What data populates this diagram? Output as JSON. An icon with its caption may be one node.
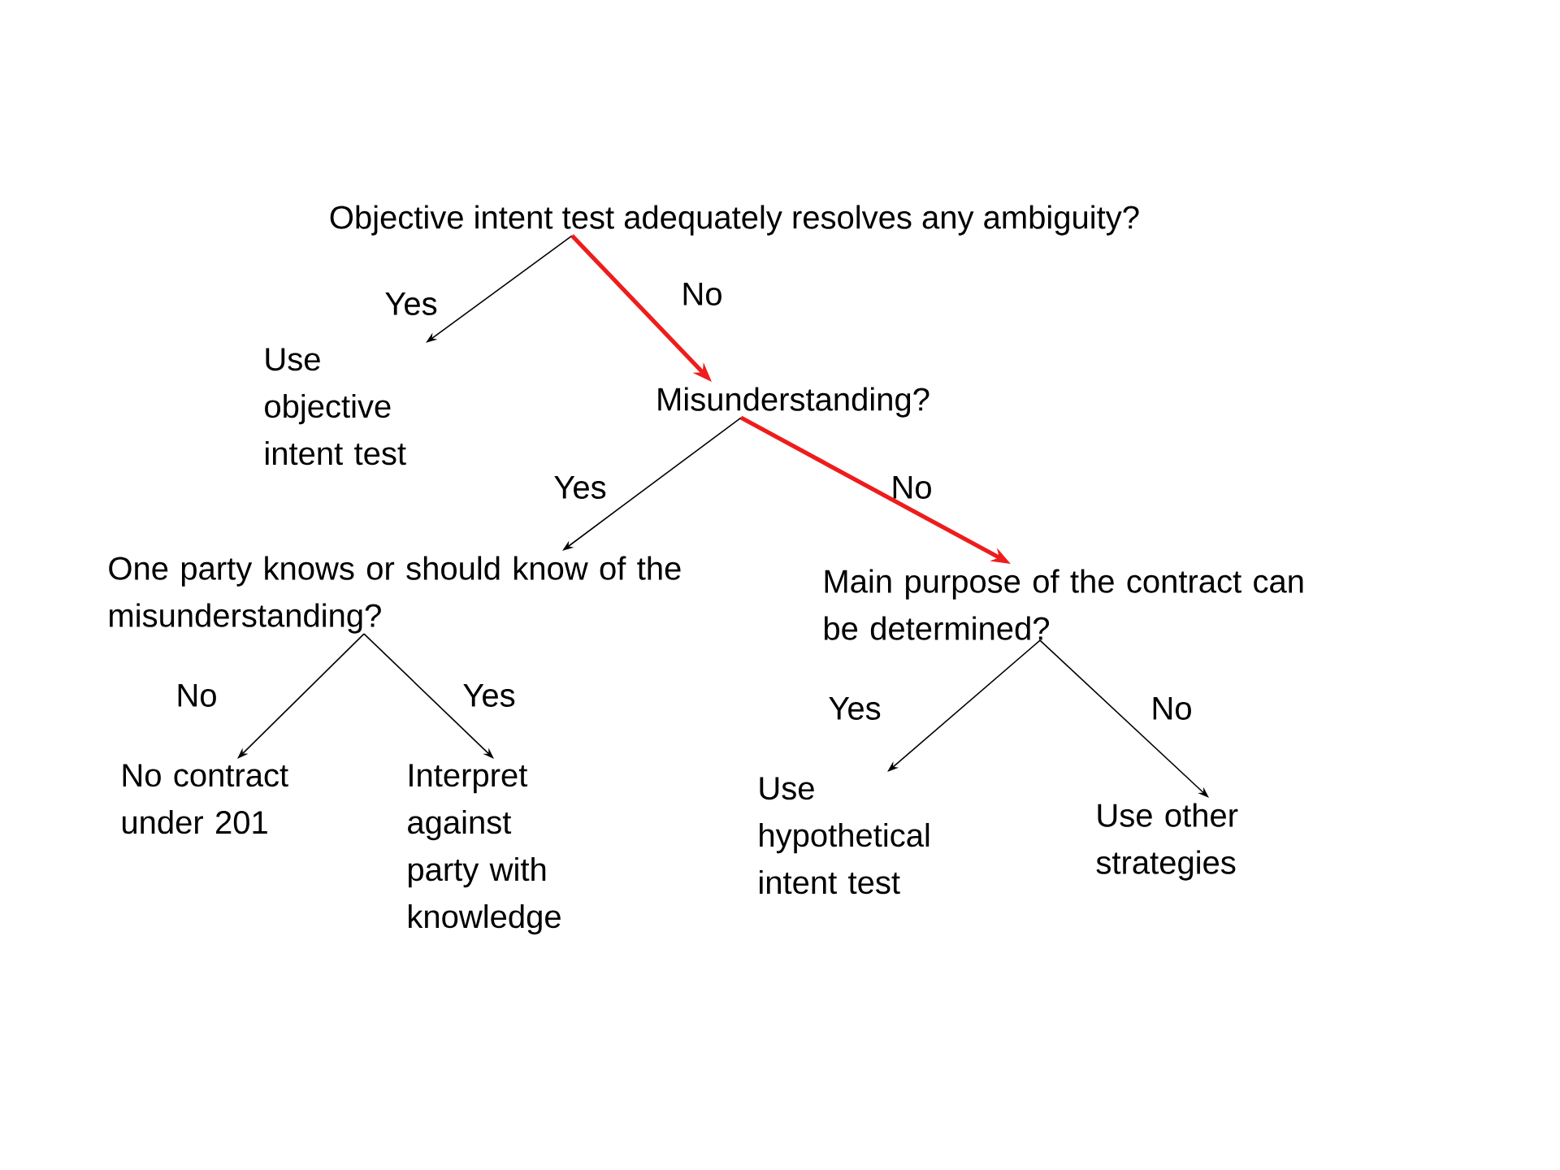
{
  "diagram": {
    "nodes": [
      {
        "text": [
          "Objective intent test adequately resolves any ambiguity?"
        ]
      },
      {
        "text": [
          "Use objective intent test"
        ]
      },
      {
        "text": [
          "Misunderstanding?"
        ]
      },
      {
        "text": [
          "One party knows or should know of the misunderstanding?"
        ]
      },
      {
        "text": [
          "Main purpose of the contract can be determined?"
        ]
      },
      {
        "text": [
          "No contract under 201"
        ]
      },
      {
        "text": [
          "Interpret against party with knowledge"
        ]
      },
      {
        "text": [
          "Use hypothetical intent test"
        ]
      },
      {
        "text": [
          "Use other strategies"
        ]
      }
    ],
    "edges": [
      {
        "from": 0,
        "to": 1,
        "arrow": "to",
        "label": "Yes"
      },
      {
        "from": 0,
        "to": 2,
        "arrow": "to",
        "label": "No",
        "style": "thick",
        "color": "#ee1c1c"
      },
      {
        "from": 2,
        "to": 3,
        "arrow": "to",
        "label": "Yes"
      },
      {
        "from": 2,
        "to": 4,
        "arrow": "to",
        "label": "No",
        "style": "thick",
        "color": "#ee1c1c"
      },
      {
        "from": 3,
        "to": 5,
        "arrow": "to",
        "label": "No"
      },
      {
        "from": 3,
        "to": 6,
        "arrow": "to",
        "label": "Yes"
      },
      {
        "from": 4,
        "to": 7,
        "arrow": "to",
        "label": "Yes"
      },
      {
        "from": 4,
        "to": 8,
        "arrow": "to",
        "label": "No"
      }
    ]
  }
}
